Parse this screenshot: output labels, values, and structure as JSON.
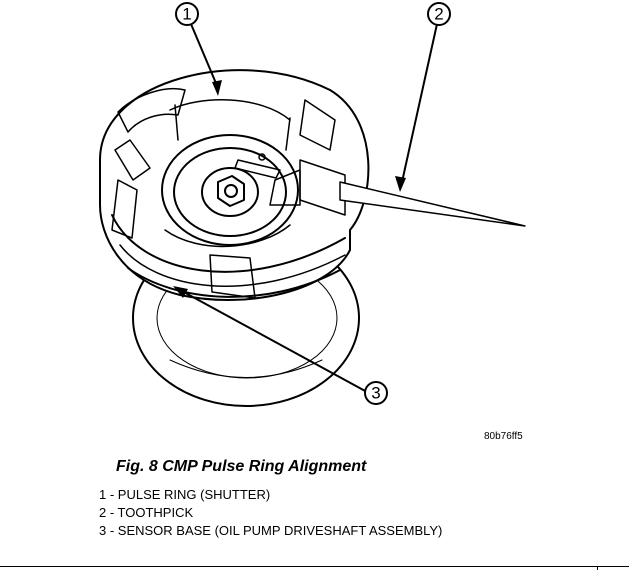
{
  "figure": {
    "id": "80b76ff5",
    "caption": "Fig. 8 CMP Pulse Ring Alignment",
    "callouts": [
      {
        "number": "1",
        "label": "1 - PULSE RING (SHUTTER)"
      },
      {
        "number": "2",
        "label": "2 - TOOTHPICK"
      },
      {
        "number": "3",
        "label": "3 - SENSOR BASE (OIL PUMP DRIVESHAFT ASSEMBLY)"
      }
    ]
  }
}
